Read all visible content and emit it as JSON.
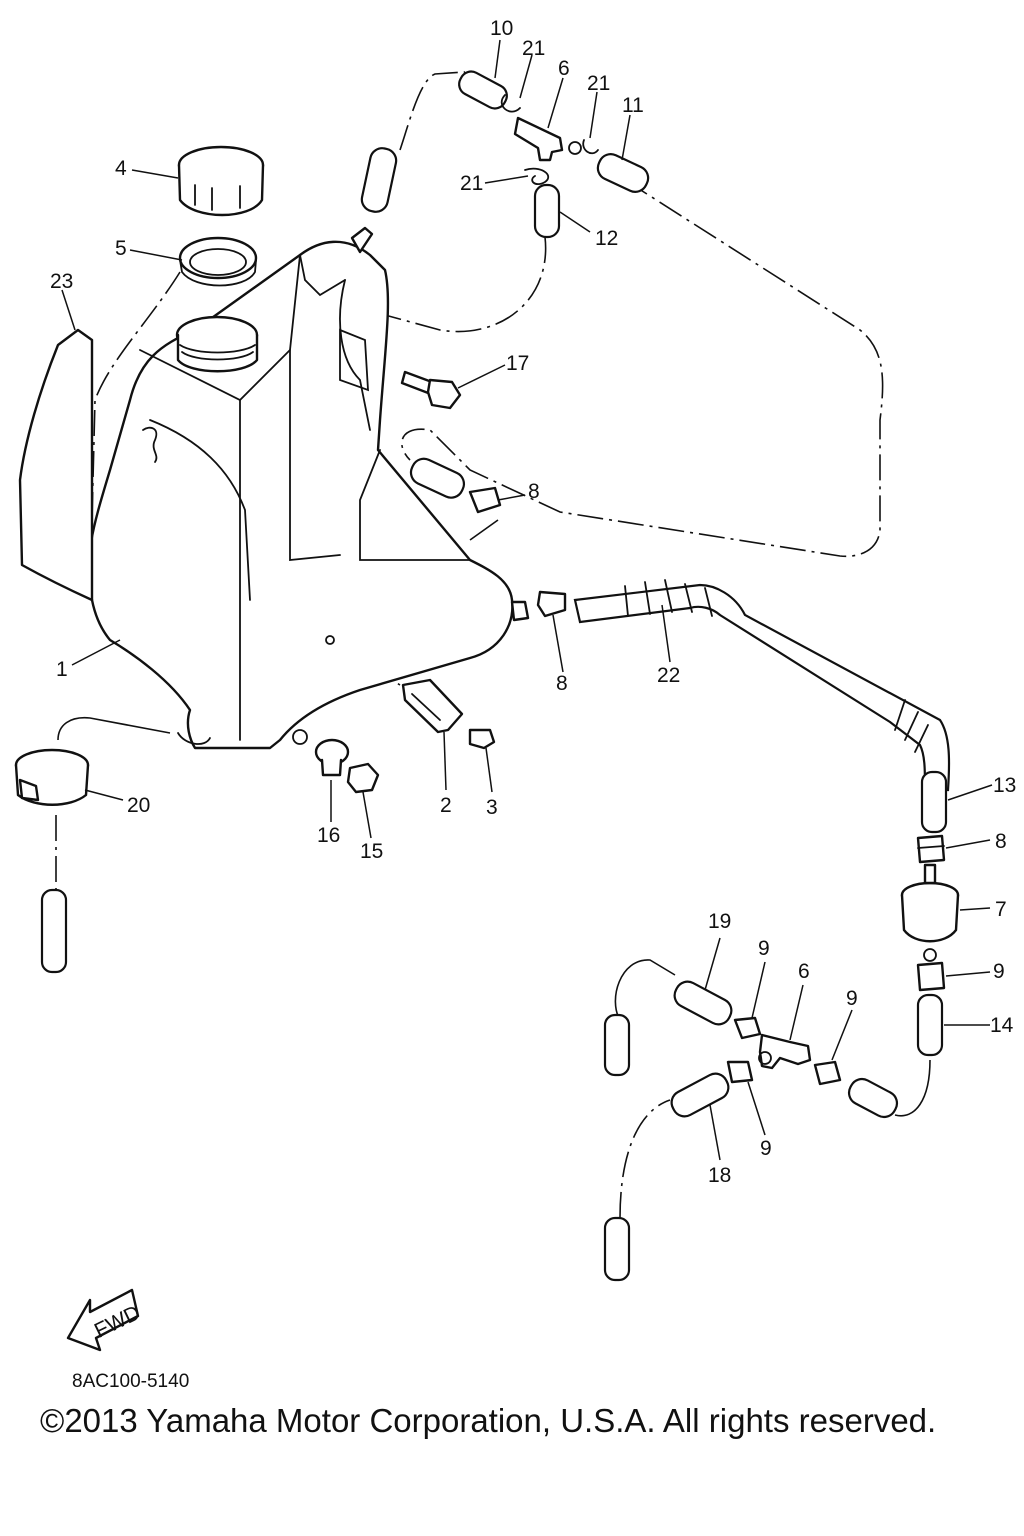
{
  "callouts": [
    {
      "id": "c10",
      "text": "10"
    },
    {
      "id": "c21a",
      "text": "21"
    },
    {
      "id": "c6a",
      "text": "6"
    },
    {
      "id": "c21b",
      "text": "21"
    },
    {
      "id": "c11",
      "text": "11"
    },
    {
      "id": "c4",
      "text": "4"
    },
    {
      "id": "c21c",
      "text": "21"
    },
    {
      "id": "c12",
      "text": "12"
    },
    {
      "id": "c5",
      "text": "5"
    },
    {
      "id": "c23",
      "text": "23"
    },
    {
      "id": "c17",
      "text": "17"
    },
    {
      "id": "c8a",
      "text": "8"
    },
    {
      "id": "c1",
      "text": "1"
    },
    {
      "id": "c8b",
      "text": "8"
    },
    {
      "id": "c22",
      "text": "22"
    },
    {
      "id": "c20",
      "text": "20"
    },
    {
      "id": "c2",
      "text": "2"
    },
    {
      "id": "c3",
      "text": "3"
    },
    {
      "id": "c16",
      "text": "16"
    },
    {
      "id": "c15",
      "text": "15"
    },
    {
      "id": "c13",
      "text": "13"
    },
    {
      "id": "c8c",
      "text": "8"
    },
    {
      "id": "c7",
      "text": "7"
    },
    {
      "id": "c19",
      "text": "19"
    },
    {
      "id": "c9a",
      "text": "9"
    },
    {
      "id": "c6b",
      "text": "6"
    },
    {
      "id": "c9b",
      "text": "9"
    },
    {
      "id": "c9c",
      "text": "9"
    },
    {
      "id": "c14",
      "text": "14"
    },
    {
      "id": "c9d",
      "text": "9"
    },
    {
      "id": "c18",
      "text": "18"
    }
  ],
  "fwd_arrow": {
    "label": "FWD",
    "icon": "forward-arrow-icon"
  },
  "part_code": "8AC100-5140",
  "copyright": "©2013 Yamaha Motor Corporation, U.S.A. All rights reserved."
}
